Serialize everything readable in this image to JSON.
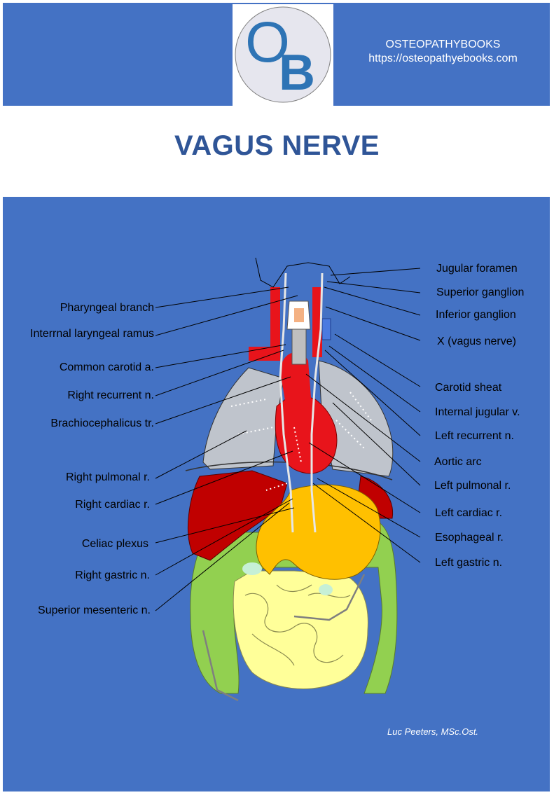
{
  "header": {
    "logo_letters": [
      "O",
      "B"
    ],
    "brand_name": "OSTEOPATHYBOOKS",
    "brand_url": "https://osteopathyebooks.com"
  },
  "title": "VAGUS NERVE",
  "labels_left": [
    "Pharyngeal branch",
    "Interrnal laryngeal ramus",
    "Common carotid a.",
    "Right recurrent n.",
    "Brachiocephalicus tr.",
    "Right pulmonal r.",
    "Right cardiac r.",
    "Celiac plexus",
    "Right gastric n.",
    "Superior mesenteric n."
  ],
  "labels_right": [
    "Jugular foramen",
    "Superior ganglion",
    "Inferior ganglion",
    "X (vagus nerve)",
    "Carotid sheat",
    "Internal jugular v.",
    "Left recurrent n.",
    "Aortic arc",
    "Left pulmonal r.",
    "Left cardiac r.",
    "Esophageal r.",
    "Left gastric n."
  ],
  "credit": "Luc Peeters, MSc.Ost.",
  "colors": {
    "header_blue": "#4472c4",
    "title_blue": "#2f5597",
    "artery_red": "#e8141b",
    "liver_red": "#c00000",
    "lung_gray": "#bfc4cc",
    "stomach_orange": "#ffc000",
    "intestine_yellow": "#ffff99",
    "colon_green": "#92d050"
  }
}
